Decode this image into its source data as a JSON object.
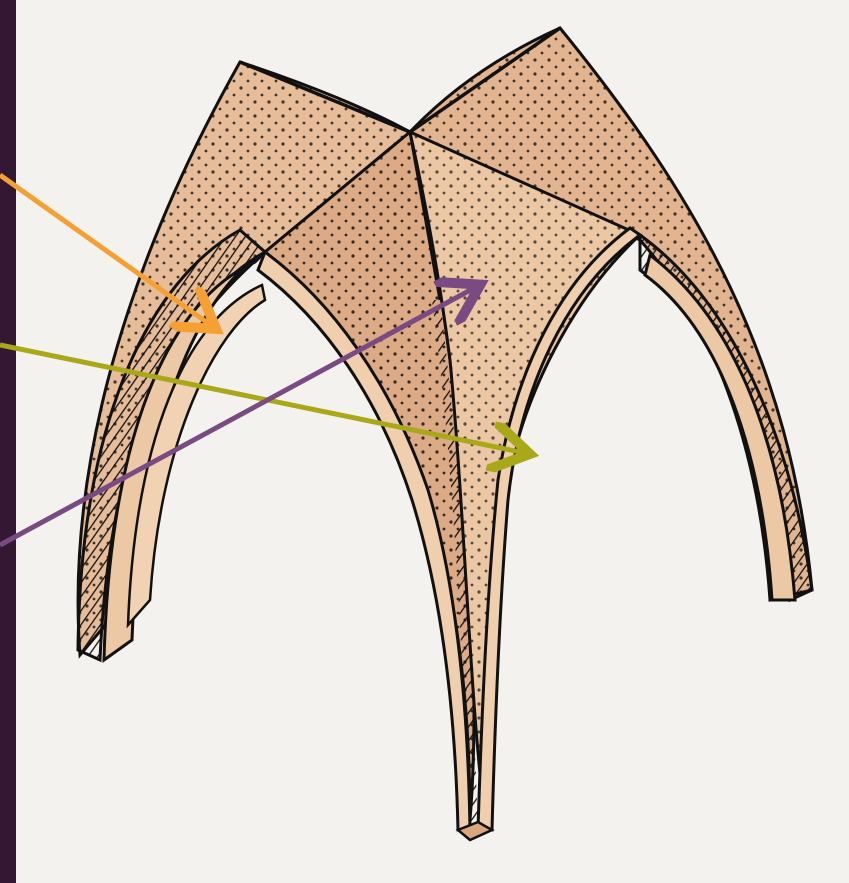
{
  "colors": {
    "background": "#331733",
    "paper": "#f4f2ee",
    "vault_fill": "#e7bf9b",
    "vault_fill_dark": "#d9a67f",
    "ink": "#111111",
    "arrow_orange": "#f4a032",
    "arrow_olive": "#a8a818",
    "arrow_purple": "#7a4a82"
  },
  "figure": {
    "subject": "ribbed-vault-illustration",
    "annotations": [
      {
        "name": "arrow-to-transverse-arch",
        "color": "#f4a032"
      },
      {
        "name": "arrow-to-diagonal-rib",
        "color": "#a8a818"
      },
      {
        "name": "arrow-to-web-surface",
        "color": "#7a4a82"
      }
    ]
  }
}
